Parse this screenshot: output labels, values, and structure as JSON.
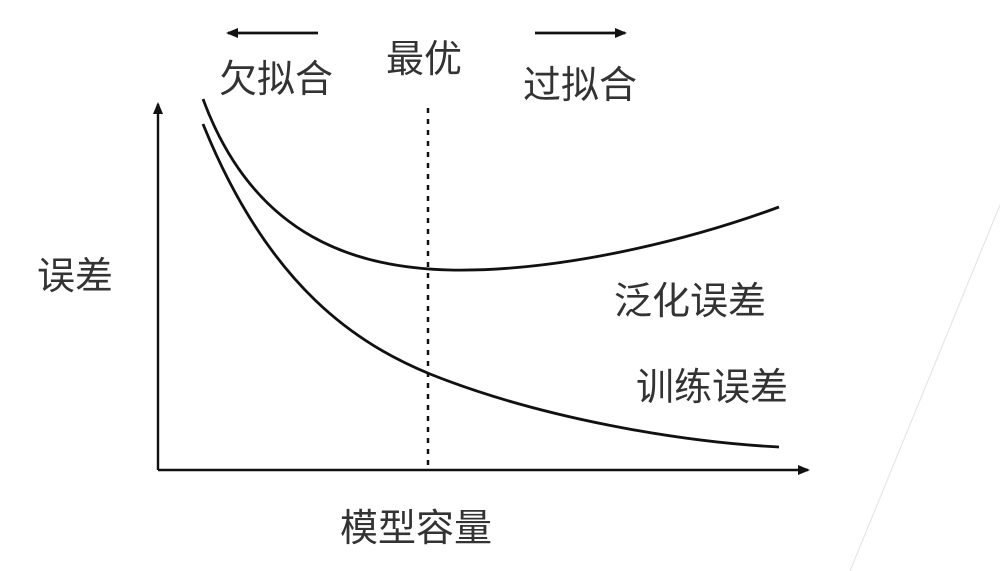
{
  "diagram": {
    "labels": {
      "underfit": "欠拟合",
      "optimal": "最优",
      "overfit": "过拟合",
      "ylabel": "误差",
      "xlabel": "模型容量",
      "generalization_error": "泛化误差",
      "training_error": "训练误差"
    },
    "colors": {
      "ink": "#111111",
      "text": "#333333",
      "faint_guide": "#e6e6e6"
    }
  }
}
